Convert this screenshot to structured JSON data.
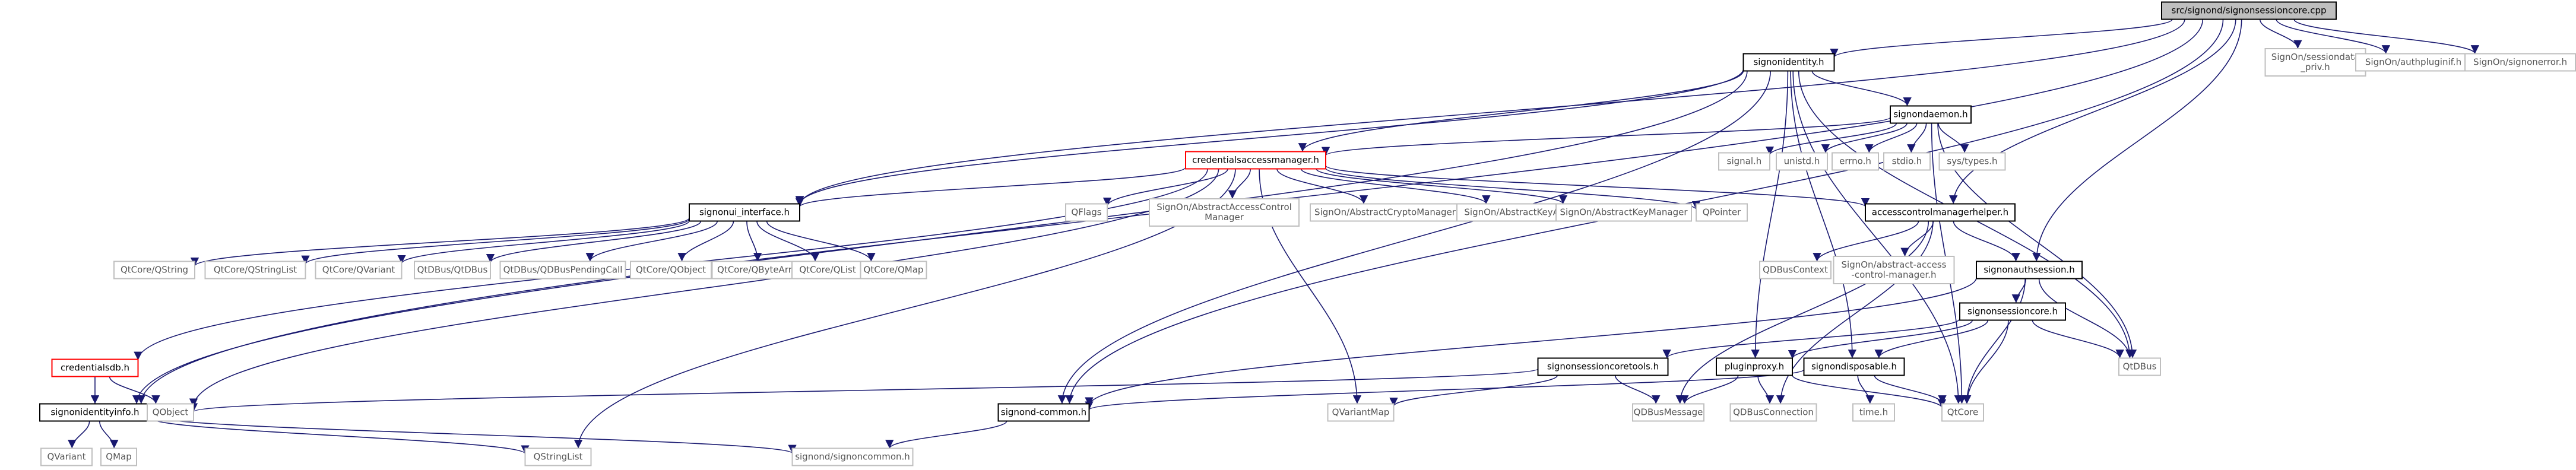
{
  "colors": {
    "edge": "#191970",
    "node_border": "#000000",
    "node_border_missing": "#bfbfbf",
    "node_border_red": "#ff0000",
    "root_fill": "#bfbfbf",
    "text": "#000000",
    "text_missing": "#555555"
  },
  "nodes": [
    {
      "id": "root",
      "label": [
        "src/signond/signonsessioncore.cpp"
      ],
      "style": "root"
    },
    {
      "id": "signonidentity",
      "label": [
        "signonidentity.h"
      ],
      "style": "normal"
    },
    {
      "id": "signonsessiondata",
      "label": [
        "SignOn/sessiondata",
        "_priv.h"
      ],
      "style": "missing"
    },
    {
      "id": "authpluginif",
      "label": [
        "SignOn/authpluginif.h"
      ],
      "style": "missing"
    },
    {
      "id": "signonerror",
      "label": [
        "SignOn/signonerror.h"
      ],
      "style": "missing"
    },
    {
      "id": "signondaemon",
      "label": [
        "signondaemon.h"
      ],
      "style": "normal"
    },
    {
      "id": "credentialsaccessmanager",
      "label": [
        "credentialsaccessmanager.h"
      ],
      "style": "red"
    },
    {
      "id": "signal",
      "label": [
        "signal.h"
      ],
      "style": "missing"
    },
    {
      "id": "unistd",
      "label": [
        "unistd.h"
      ],
      "style": "missing"
    },
    {
      "id": "errno",
      "label": [
        "errno.h"
      ],
      "style": "missing"
    },
    {
      "id": "stdio",
      "label": [
        "stdio.h"
      ],
      "style": "missing"
    },
    {
      "id": "systypes",
      "label": [
        "sys/types.h"
      ],
      "style": "missing"
    },
    {
      "id": "signonui",
      "label": [
        "signonui_interface.h"
      ],
      "style": "normal"
    },
    {
      "id": "qflags",
      "label": [
        "QFlags"
      ],
      "style": "missing"
    },
    {
      "id": "absaccesscontrol",
      "label": [
        "SignOn/AbstractAccessControl",
        "Manager"
      ],
      "style": "missing"
    },
    {
      "id": "abscrypto",
      "label": [
        "SignOn/AbstractCryptoManager"
      ],
      "style": "missing"
    },
    {
      "id": "abskeyauth",
      "label": [
        "SignOn/AbstractKeyAuthorizer"
      ],
      "style": "missing"
    },
    {
      "id": "abskeymgr",
      "label": [
        "SignOn/AbstractKeyManager"
      ],
      "style": "missing"
    },
    {
      "id": "qpointer",
      "label": [
        "QPointer"
      ],
      "style": "missing"
    },
    {
      "id": "acmhelper",
      "label": [
        "accesscontrolmanagerhelper.h"
      ],
      "style": "normal"
    },
    {
      "id": "credentialsdb",
      "label": [
        "credentialsdb.h"
      ],
      "style": "red"
    },
    {
      "id": "qtcoreqstring",
      "label": [
        "QtCore/QString"
      ],
      "style": "missing"
    },
    {
      "id": "qtcoreqstringlist",
      "label": [
        "QtCore/QStringList"
      ],
      "style": "missing"
    },
    {
      "id": "qtcoreqvariant",
      "label": [
        "QtCore/QVariant"
      ],
      "style": "missing"
    },
    {
      "id": "qtdbusqtdbus",
      "label": [
        "QtDBus/QtDBus"
      ],
      "style": "missing"
    },
    {
      "id": "qtdbuspending",
      "label": [
        "QtDBus/QDBusPendingCall"
      ],
      "style": "missing"
    },
    {
      "id": "qtcoreqobject",
      "label": [
        "QtCore/QObject"
      ],
      "style": "missing"
    },
    {
      "id": "qtcoreqbytearray",
      "label": [
        "QtCore/QByteArray"
      ],
      "style": "missing"
    },
    {
      "id": "qtcoreqlist",
      "label": [
        "QtCore/QList"
      ],
      "style": "missing"
    },
    {
      "id": "qtcoreqmap",
      "label": [
        "QtCore/QMap"
      ],
      "style": "missing"
    },
    {
      "id": "qdbuscontext",
      "label": [
        "QDBusContext"
      ],
      "style": "missing"
    },
    {
      "id": "absaccesscontrolh",
      "label": [
        "SignOn/abstract-access",
        "-control-manager.h"
      ],
      "style": "missing"
    },
    {
      "id": "signonauthsession",
      "label": [
        "signonauthsession.h"
      ],
      "style": "normal"
    },
    {
      "id": "signonsessioncore",
      "label": [
        "signonsessioncore.h"
      ],
      "style": "normal"
    },
    {
      "id": "signonsessioncoretools",
      "label": [
        "signonsessioncoretools.h"
      ],
      "style": "normal"
    },
    {
      "id": "pluginproxy",
      "label": [
        "pluginproxy.h"
      ],
      "style": "normal"
    },
    {
      "id": "signondisposable",
      "label": [
        "signondisposable.h"
      ],
      "style": "normal"
    },
    {
      "id": "qtdbus",
      "label": [
        "QtDBus"
      ],
      "style": "missing"
    },
    {
      "id": "signonidentityinfo",
      "label": [
        "signonidentityinfo.h"
      ],
      "style": "normal"
    },
    {
      "id": "qobject",
      "label": [
        "QObject"
      ],
      "style": "missing"
    },
    {
      "id": "signondcommon",
      "label": [
        "signond-common.h"
      ],
      "style": "normal"
    },
    {
      "id": "qvariantmap",
      "label": [
        "QVariantMap"
      ],
      "style": "missing"
    },
    {
      "id": "qdbusmessage",
      "label": [
        "QDBusMessage"
      ],
      "style": "missing"
    },
    {
      "id": "qdbusconnection",
      "label": [
        "QDBusConnection"
      ],
      "style": "missing"
    },
    {
      "id": "time",
      "label": [
        "time.h"
      ],
      "style": "missing"
    },
    {
      "id": "qtcore",
      "label": [
        "QtCore"
      ],
      "style": "missing"
    },
    {
      "id": "qvariant",
      "label": [
        "QVariant"
      ],
      "style": "missing"
    },
    {
      "id": "qmap",
      "label": [
        "QMap"
      ],
      "style": "missing"
    },
    {
      "id": "qstringlist",
      "label": [
        "QStringList"
      ],
      "style": "missing"
    },
    {
      "id": "signoncommon",
      "label": [
        "signond/signoncommon.h"
      ],
      "style": "missing"
    }
  ],
  "edges": [
    [
      "root",
      "signonidentity"
    ],
    [
      "root",
      "signonsessiondata"
    ],
    [
      "root",
      "authpluginif"
    ],
    [
      "root",
      "signonerror"
    ],
    [
      "root",
      "signonui"
    ],
    [
      "root",
      "signondcommon"
    ],
    [
      "root",
      "signonidentityinfo"
    ],
    [
      "root",
      "acmhelper"
    ],
    [
      "root",
      "signonauthsession"
    ],
    [
      "signonidentity",
      "signondaemon"
    ],
    [
      "signonidentity",
      "credentialsaccessmanager"
    ],
    [
      "signonidentity",
      "signonui"
    ],
    [
      "signonidentity",
      "signondcommon"
    ],
    [
      "signonidentity",
      "signonidentityinfo"
    ],
    [
      "signonidentity",
      "pluginproxy"
    ],
    [
      "signonidentity",
      "signondisposable"
    ],
    [
      "signonidentity",
      "qtdbus"
    ],
    [
      "signonidentity",
      "qtcore"
    ],
    [
      "signondaemon",
      "credentialsaccessmanager"
    ],
    [
      "signondaemon",
      "signal"
    ],
    [
      "signondaemon",
      "unistd"
    ],
    [
      "signondaemon",
      "errno"
    ],
    [
      "signondaemon",
      "stdio"
    ],
    [
      "signondaemon",
      "systypes"
    ],
    [
      "signondaemon",
      "qtdbus"
    ],
    [
      "signondaemon",
      "qtcore"
    ],
    [
      "credentialsaccessmanager",
      "signonui"
    ],
    [
      "credentialsaccessmanager",
      "qflags"
    ],
    [
      "credentialsaccessmanager",
      "absaccesscontrol"
    ],
    [
      "credentialsaccessmanager",
      "abscrypto"
    ],
    [
      "credentialsaccessmanager",
      "abskeyauth"
    ],
    [
      "credentialsaccessmanager",
      "abskeymgr"
    ],
    [
      "credentialsaccessmanager",
      "qpointer"
    ],
    [
      "credentialsaccessmanager",
      "acmhelper"
    ],
    [
      "credentialsaccessmanager",
      "credentialsdb"
    ],
    [
      "credentialsaccessmanager",
      "qobject"
    ],
    [
      "credentialsaccessmanager",
      "qstringlist"
    ],
    [
      "credentialsaccessmanager",
      "qvariantmap"
    ],
    [
      "signonui",
      "qtcoreqstring"
    ],
    [
      "signonui",
      "qtcoreqstringlist"
    ],
    [
      "signonui",
      "qtcoreqvariant"
    ],
    [
      "signonui",
      "qtdbusqtdbus"
    ],
    [
      "signonui",
      "qtdbuspending"
    ],
    [
      "signonui",
      "qtcoreqobject"
    ],
    [
      "signonui",
      "qtcoreqbytearray"
    ],
    [
      "signonui",
      "qtcoreqlist"
    ],
    [
      "signonui",
      "qtcoreqmap"
    ],
    [
      "acmhelper",
      "qdbuscontext"
    ],
    [
      "acmhelper",
      "absaccesscontrolh"
    ],
    [
      "acmhelper",
      "signonauthsession"
    ],
    [
      "acmhelper",
      "qdbusmessage"
    ],
    [
      "acmhelper",
      "qdbusconnection"
    ],
    [
      "credentialsdb",
      "signonidentityinfo"
    ],
    [
      "credentialsdb",
      "qobject"
    ],
    [
      "signonauthsession",
      "signonsessioncore"
    ],
    [
      "signonauthsession",
      "signondcommon"
    ],
    [
      "signonauthsession",
      "qtdbus"
    ],
    [
      "signonauthsession",
      "qtcore"
    ],
    [
      "signonsessioncore",
      "signonsessioncoretools"
    ],
    [
      "signonsessioncore",
      "pluginproxy"
    ],
    [
      "signonsessioncore",
      "signondisposable"
    ],
    [
      "signonsessioncore",
      "qtdbus"
    ],
    [
      "signonsessioncore",
      "qtcore"
    ],
    [
      "signonsessioncoretools",
      "qobject"
    ],
    [
      "signonsessioncoretools",
      "qvariantmap"
    ],
    [
      "signonsessioncoretools",
      "qdbusmessage"
    ],
    [
      "pluginproxy",
      "qdbusmessage"
    ],
    [
      "pluginproxy",
      "qdbusconnection"
    ],
    [
      "pluginproxy",
      "qtcore"
    ],
    [
      "signondisposable",
      "time"
    ],
    [
      "signondisposable",
      "qtcore"
    ],
    [
      "signondisposable",
      "signondcommon"
    ],
    [
      "signonidentityinfo",
      "qvariant"
    ],
    [
      "signonidentityinfo",
      "qmap"
    ],
    [
      "signonidentityinfo",
      "qstringlist"
    ],
    [
      "signonidentityinfo",
      "signoncommon"
    ],
    [
      "signondcommon",
      "signoncommon"
    ]
  ]
}
